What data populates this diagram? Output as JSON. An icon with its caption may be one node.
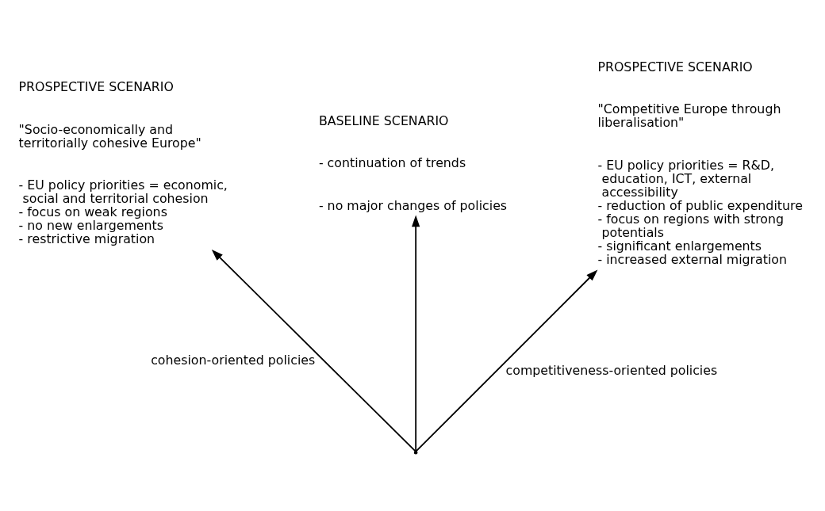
{
  "diagram": {
    "nodes": [
      {
        "text": [
          "PROSPECTIVE SCENARIO",
          "\"Socio-economically and territorially cohesive Europe\"",
          "- EU policy priorities = economic, social and territorial cohesion",
          "- focus on weak regions",
          "- no new enlargements",
          "- restrictive migration"
        ]
      },
      {
        "text": [
          "BASELINE SCENARIO",
          "- continuation of trends",
          "- no major changes of policies"
        ]
      },
      {
        "text": [
          "PROSPECTIVE SCENARIO",
          "\"Competitive Europe through liberalisation\"",
          "- EU policy priorities = R&D, education, ICT, external accessibility",
          "- reduction of public expenditure",
          "- focus on regions with strong potentials",
          "- significant enlargements",
          "- increased external migration"
        ]
      },
      {
        "text": [],
        "shape": "point"
      }
    ],
    "edges": [
      {
        "from": 3,
        "to": 0,
        "arrow": "to",
        "label": "cohesion-oriented policies"
      },
      {
        "from": 3,
        "to": 1,
        "arrow": "to"
      },
      {
        "from": 3,
        "to": 2,
        "arrow": "to",
        "label": "competitiveness-oriented policies"
      }
    ]
  }
}
